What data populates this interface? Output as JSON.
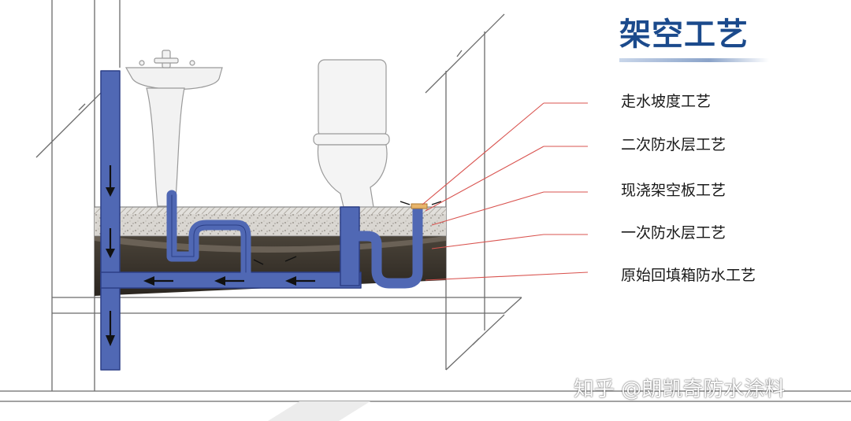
{
  "title": "架空工艺",
  "labels": [
    "走水坡度工艺",
    "二次防水层工艺",
    "现浇架空板工艺",
    "一次防水层工艺",
    "原始回填箱防水工艺"
  ],
  "watermark": "知乎 @朗凯奇防水涂料",
  "colors": {
    "pipe": "#5068b4",
    "pipe_dark": "#2c3f86",
    "leader_line": "#d9534f",
    "title": "#1b4a8c",
    "dark_fill": "#2f2a24",
    "gravel": "#c9c4bd"
  }
}
